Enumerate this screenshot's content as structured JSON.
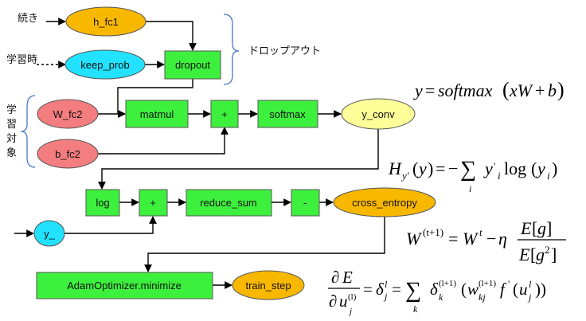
{
  "inputs": {
    "continuation": "続き",
    "learning_time": "学習時",
    "learning_target": [
      "学",
      "習",
      "対",
      "象"
    ]
  },
  "nodes": {
    "h_fc1": "h_fc1",
    "keep_prob": "keep_prob",
    "dropout": "dropout",
    "w_fc2": "W_fc2",
    "b_fc2": "b_fc2",
    "matmul": "matmul",
    "plus1": "+",
    "softmax": "softmax",
    "y_conv": "y_conv",
    "log": "log",
    "plus2": "+",
    "reduce_sum": "reduce_sum",
    "minus": "-",
    "cross_entropy": "cross_entropy",
    "y_": "y_",
    "adam": "AdamOptimizer.minimize",
    "train_step": "train_step"
  },
  "labels": {
    "dropout_group": "ドロップアウト"
  },
  "colors": {
    "orange": "#f9b800",
    "cyan": "#22e2ff",
    "green": "#3ef03e",
    "pink": "#f47d7f",
    "yellow": "#ffff99",
    "brace": "#4a77c7"
  },
  "formulas": {
    "softmax": "y = softmax(xW + b)",
    "cross_entropy": "H_{y'}(y) = −∑_i y'_i log(y_i)",
    "update": "W^{(t+1)} = W^t − η E[g] / E[g^2]",
    "backprop": "∂E/∂u_j^{(l)} = δ_j^l = ∑_k δ_k^{(l+1)} (w_{kj}^{(l+1)} f'(u_j^l))"
  }
}
